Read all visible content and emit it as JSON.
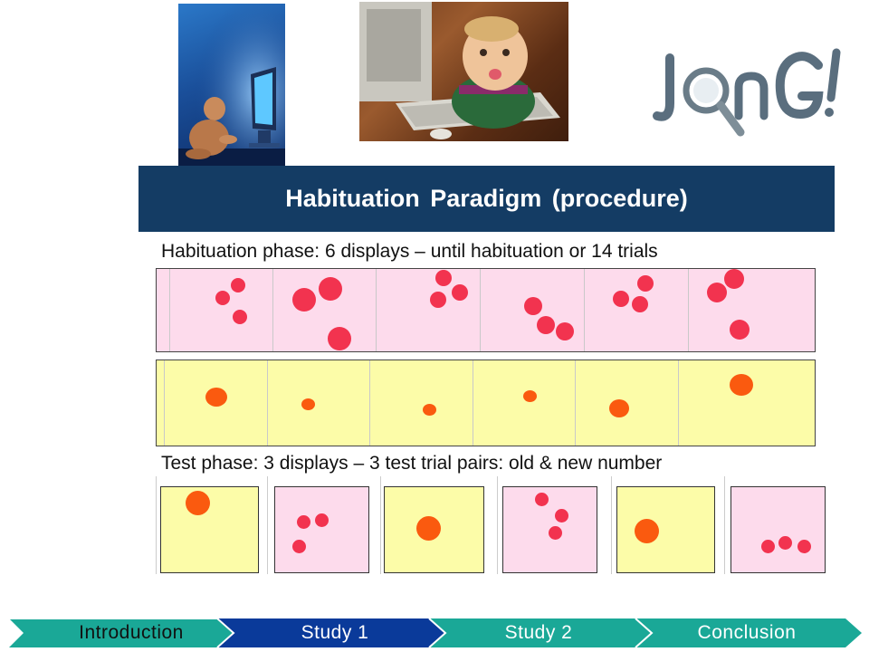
{
  "title": "Habituation  Paradigm  (procedure)",
  "habituation_caption": "Habituation phase: 6 displays – until habituation or 14 trials",
  "test_caption": "Test phase: 3 displays –  3 test trial pairs: old & new number",
  "logo_text": "JonG!",
  "nav": {
    "items": [
      {
        "label": "Introduction",
        "color": "#1aa897"
      },
      {
        "label": "Study 1",
        "color": "#0a3a9a"
      },
      {
        "label": "Study 2",
        "color": "#1aa897"
      },
      {
        "label": "Conclusion",
        "color": "#1aa897"
      }
    ]
  },
  "colors": {
    "banner": "#143c64",
    "pink_panel": "#fddbec",
    "yellow_panel": "#fcfca8",
    "red_dot": "#f2334f",
    "orange_dot": "#fa5a0f"
  },
  "habituation_displays": {
    "three_item_set_count": 6,
    "one_item_set_count": 6
  },
  "test_displays": {
    "pairs": 3
  }
}
